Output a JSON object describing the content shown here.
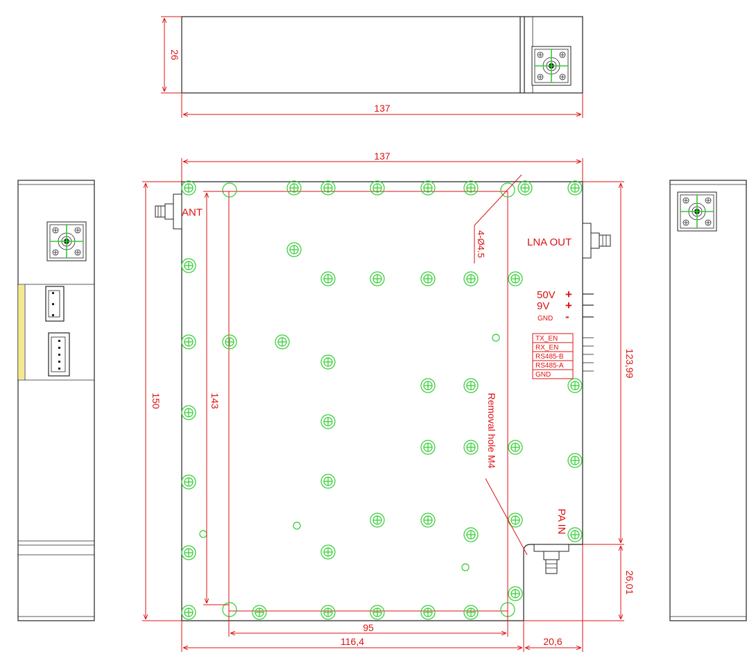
{
  "dimensions": {
    "top_view_height": "26",
    "top_view_width": "137",
    "front_width": "137",
    "front_height": "150",
    "inner_height": "143",
    "right_height": "123,99",
    "right_low": "26,01",
    "bottom_inner": "95",
    "bottom_left": "116,4",
    "bottom_right": "20,6"
  },
  "labels": {
    "ant": "ANT",
    "lna_out": "LNA OUT",
    "pa_in": "PA IN",
    "holes": "4-Ø4.5",
    "removal": "Removal hole M4"
  },
  "power": [
    {
      "voltage": "50V",
      "sign": "+"
    },
    {
      "voltage": "9V",
      "sign": "+"
    },
    {
      "voltage": "GND",
      "sign": "-"
    }
  ],
  "pins": [
    "TX_EN",
    "RX_EN",
    "RS485-B",
    "RS485-A",
    "GND"
  ],
  "colors": {
    "dimension": "#dd1111",
    "hole": "#2ecc2e",
    "outline": "#222222",
    "accent_strip": "#f0e060"
  }
}
